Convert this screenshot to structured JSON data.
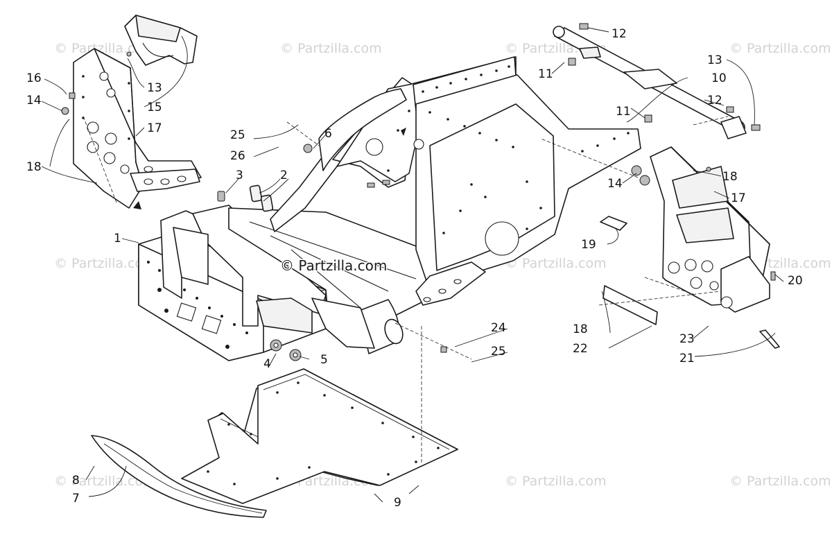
{
  "watermark": "© Partzilla.com",
  "center_watermark": "© Partzilla.com",
  "callouts": [
    {
      "id": "c1",
      "label": "1"
    },
    {
      "id": "c2",
      "label": "2"
    },
    {
      "id": "c3",
      "label": "3"
    },
    {
      "id": "c4",
      "label": "4"
    },
    {
      "id": "c5",
      "label": "5"
    },
    {
      "id": "c6",
      "label": "6"
    },
    {
      "id": "c7",
      "label": "7"
    },
    {
      "id": "c8",
      "label": "8"
    },
    {
      "id": "c9",
      "label": "9"
    },
    {
      "id": "c10",
      "label": "10"
    },
    {
      "id": "c11a",
      "label": "11"
    },
    {
      "id": "c11b",
      "label": "11"
    },
    {
      "id": "c12a",
      "label": "12"
    },
    {
      "id": "c12b",
      "label": "12"
    },
    {
      "id": "c13a",
      "label": "13"
    },
    {
      "id": "c13b",
      "label": "13"
    },
    {
      "id": "c14a",
      "label": "14"
    },
    {
      "id": "c14b",
      "label": "14"
    },
    {
      "id": "c15",
      "label": "15"
    },
    {
      "id": "c16",
      "label": "16"
    },
    {
      "id": "c17a",
      "label": "17"
    },
    {
      "id": "c17b",
      "label": "17"
    },
    {
      "id": "c18a",
      "label": "18"
    },
    {
      "id": "c18b",
      "label": "18"
    },
    {
      "id": "c18c",
      "label": "18"
    },
    {
      "id": "c19",
      "label": "19"
    },
    {
      "id": "c20",
      "label": "20"
    },
    {
      "id": "c21",
      "label": "21"
    },
    {
      "id": "c22",
      "label": "22"
    },
    {
      "id": "c23",
      "label": "23"
    },
    {
      "id": "c24",
      "label": "24"
    },
    {
      "id": "c25a",
      "label": "25"
    },
    {
      "id": "c25b",
      "label": "25"
    },
    {
      "id": "c26",
      "label": "26"
    }
  ]
}
